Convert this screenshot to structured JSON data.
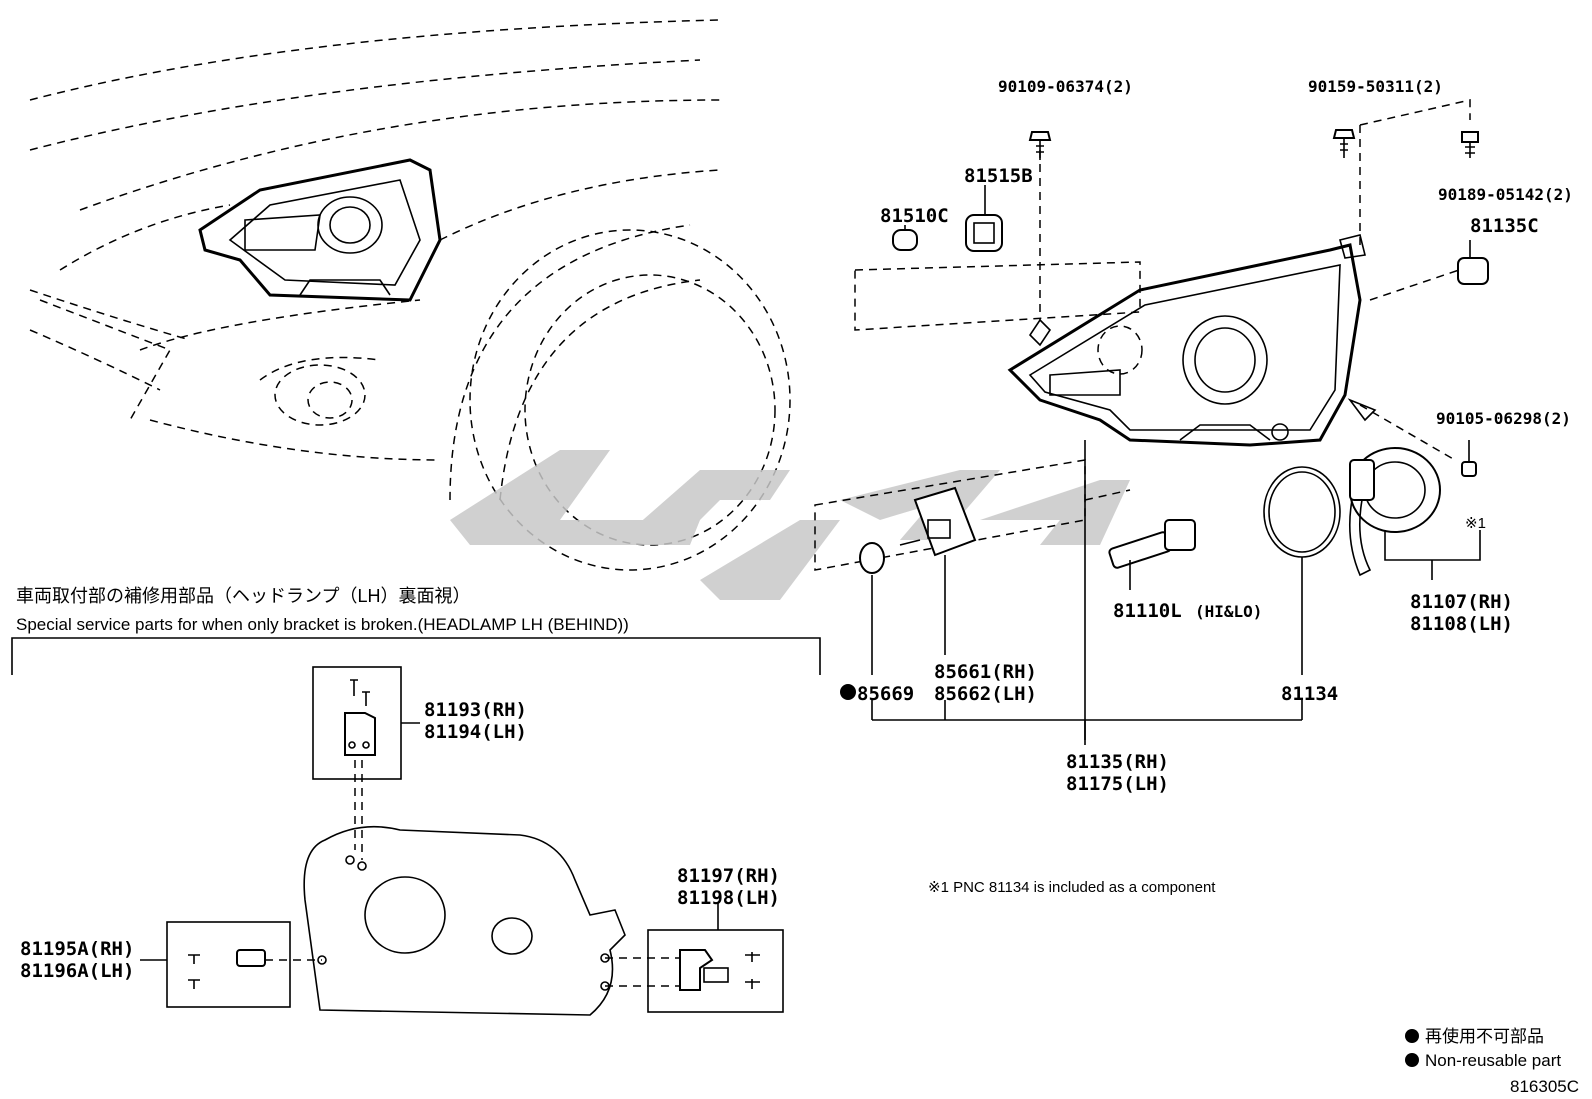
{
  "header": {
    "jp_title": "車両取付部の補修用部品（ヘッドランプ（LH）裏面視）",
    "en_title": "Special service parts for when only bracket is broken.(HEADLAMP LH (BEHIND))"
  },
  "callouts": {
    "p90109": "90109-06374(2)",
    "p90159": "90159-50311(2)",
    "p90189": "90189-05142(2)",
    "p81515b": "81515B",
    "p81510c": "81510C",
    "p81135c": "81135C",
    "p90105": "90105-06298(2)",
    "mark1": "※1",
    "p81107": "81107(RH)",
    "p81108": "81108(LH)",
    "p81110l": "81110L",
    "p81110l_note": "(HI&LO)",
    "p85661": "85661(RH)",
    "p85662": "85662(LH)",
    "p85669": "85669",
    "p81134": "81134",
    "p81135": "81135(RH)",
    "p81175": "81175(LH)",
    "p81193": "81193(RH)",
    "p81194": "81194(LH)",
    "p81197": "81197(RH)",
    "p81198": "81198(LH)",
    "p81195a": "81195A(RH)",
    "p81196a": "81196A(LH)"
  },
  "footnote": "※1 PNC 81134 is included as a component",
  "legend": {
    "jp": "再使用不可部品",
    "en": "Non-reusable part"
  },
  "drawing_code": "816305C"
}
